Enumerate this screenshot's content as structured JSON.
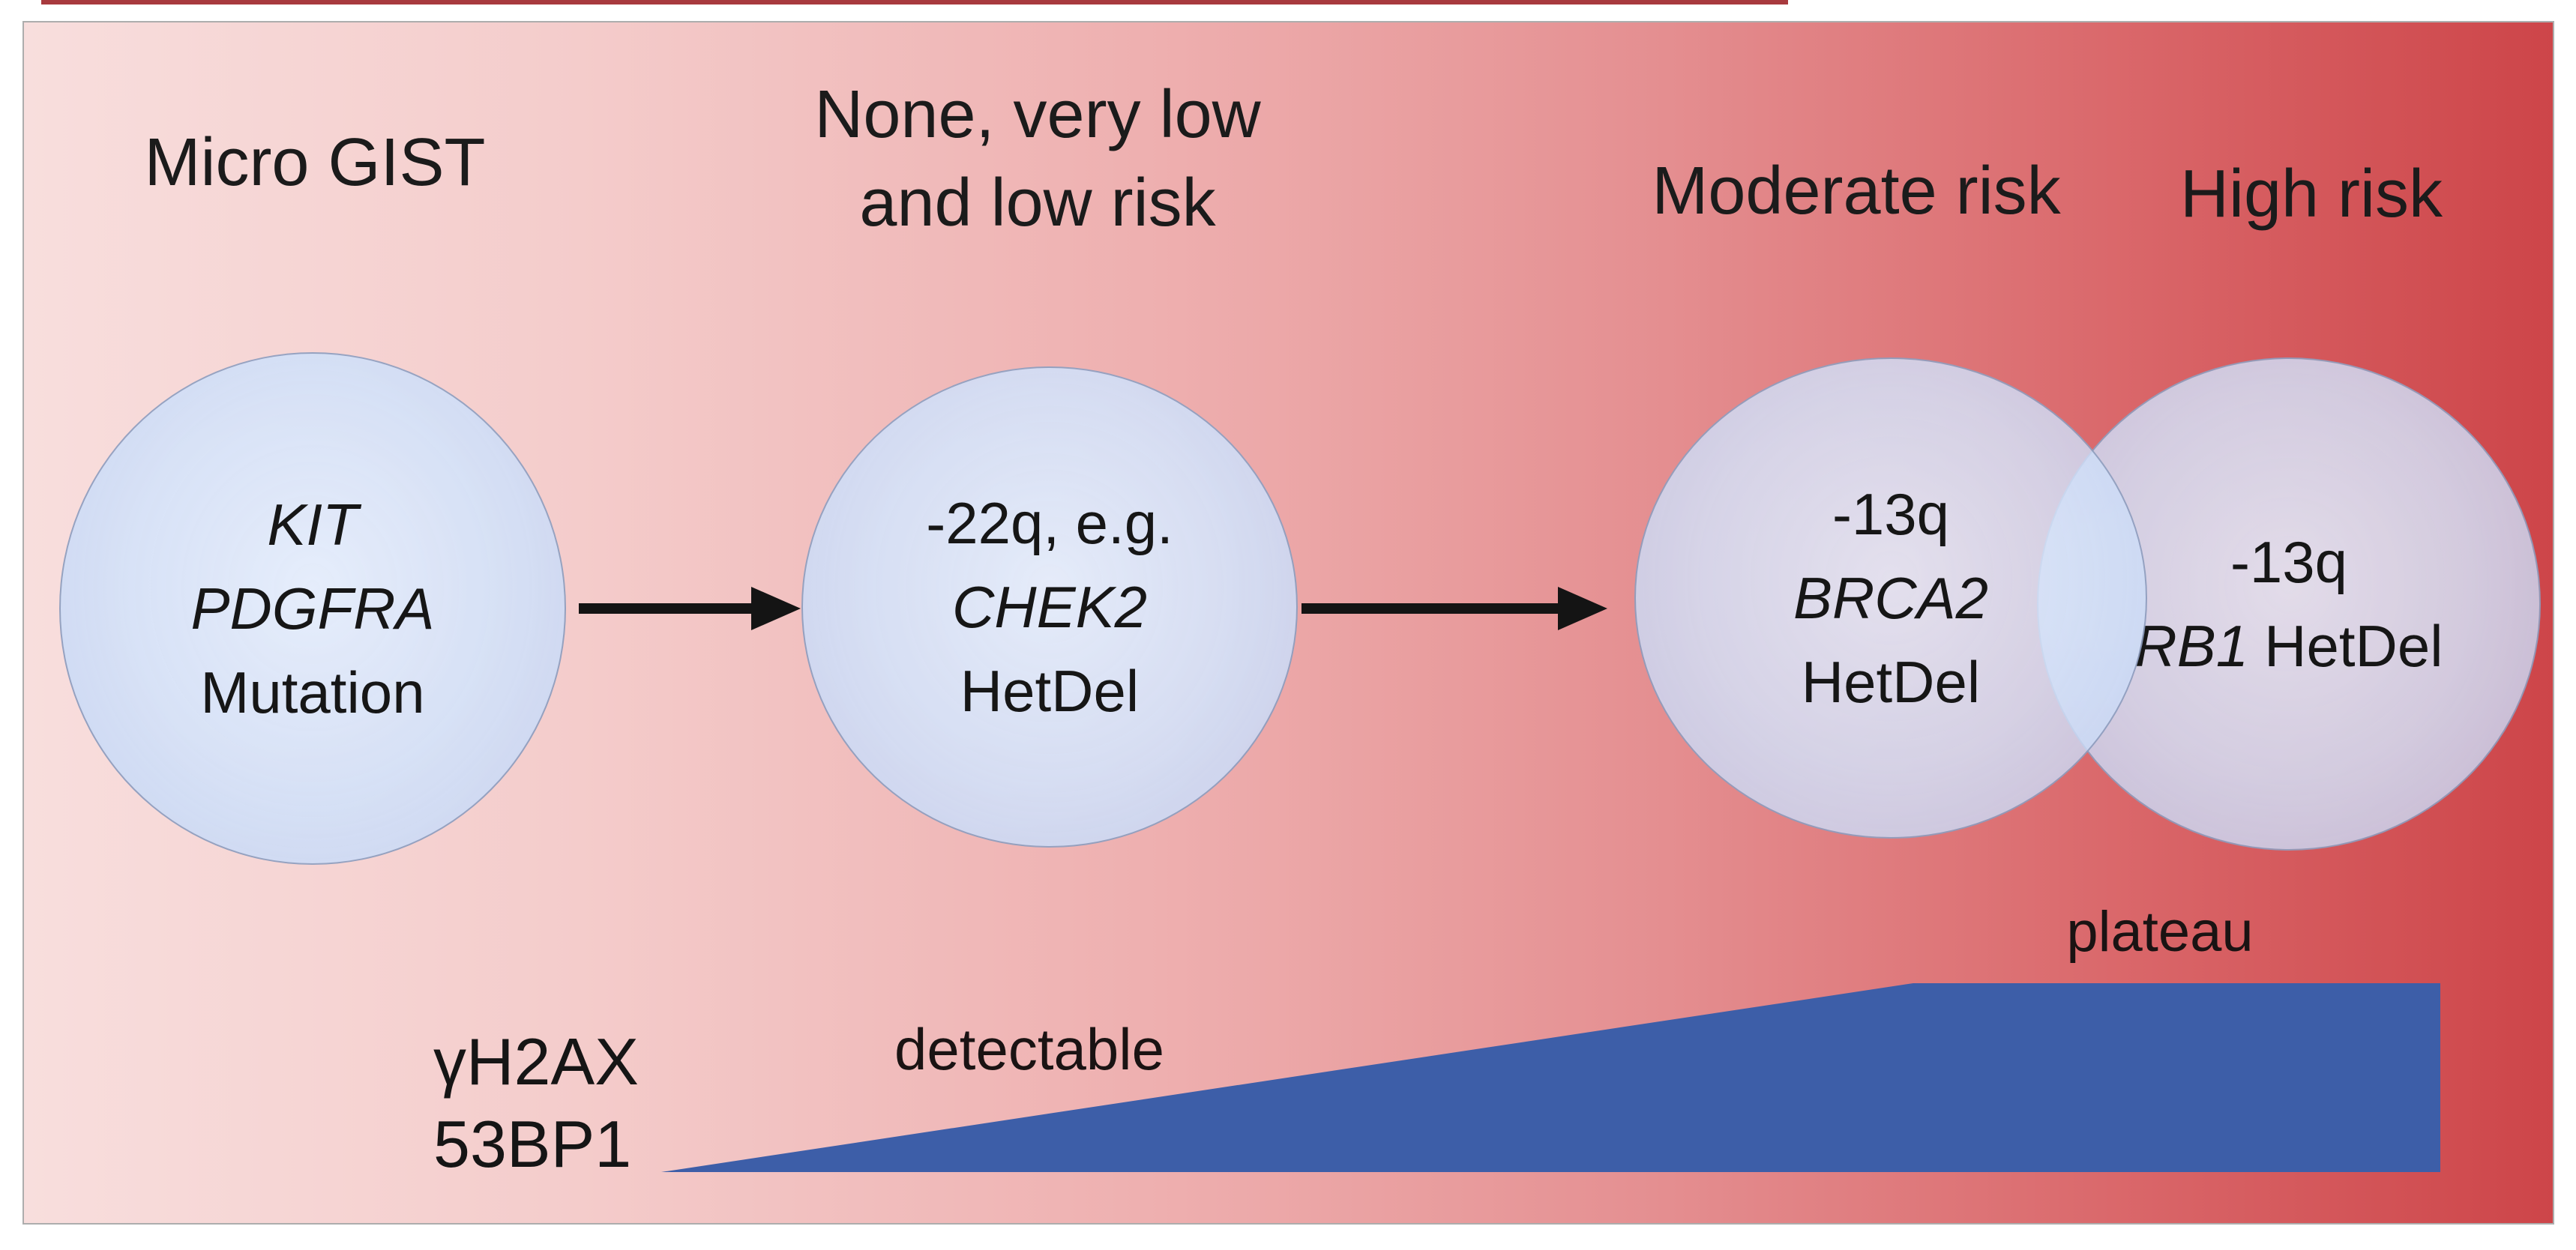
{
  "title_labels": {
    "stage1": "Micro GIST",
    "stage2_line1": "None, very low",
    "stage2_line2": "and low risk",
    "stage3": "Moderate risk",
    "stage4": "High risk"
  },
  "circles": {
    "micro_gist": {
      "line1": "KIT",
      "line2": "PDGFRA",
      "line3": "Mutation"
    },
    "low_risk": {
      "line1": "-22q, e.g.",
      "line2": "CHEK2",
      "line3": "HetDel"
    },
    "moderate_risk": {
      "line1": "-13q",
      "line2": "BRCA2",
      "line3": "HetDel"
    },
    "high_risk": {
      "line1": "-13q",
      "line2_gene": "RB1",
      "line2_rest": "HetDel"
    }
  },
  "dna_damage_markers": {
    "line1": "γH2AX",
    "line2": "53BP1"
  },
  "annotations": {
    "detectable": "detectable",
    "plateau": "plateau"
  },
  "colors": {
    "gradient_left": "#f8dedd",
    "gradient_right": "#cd4348",
    "circle_fill": "#cfdef7",
    "ramp_blue": "#3d5ea8",
    "arrow_black": "#141414",
    "text": "#1c1c1c"
  }
}
